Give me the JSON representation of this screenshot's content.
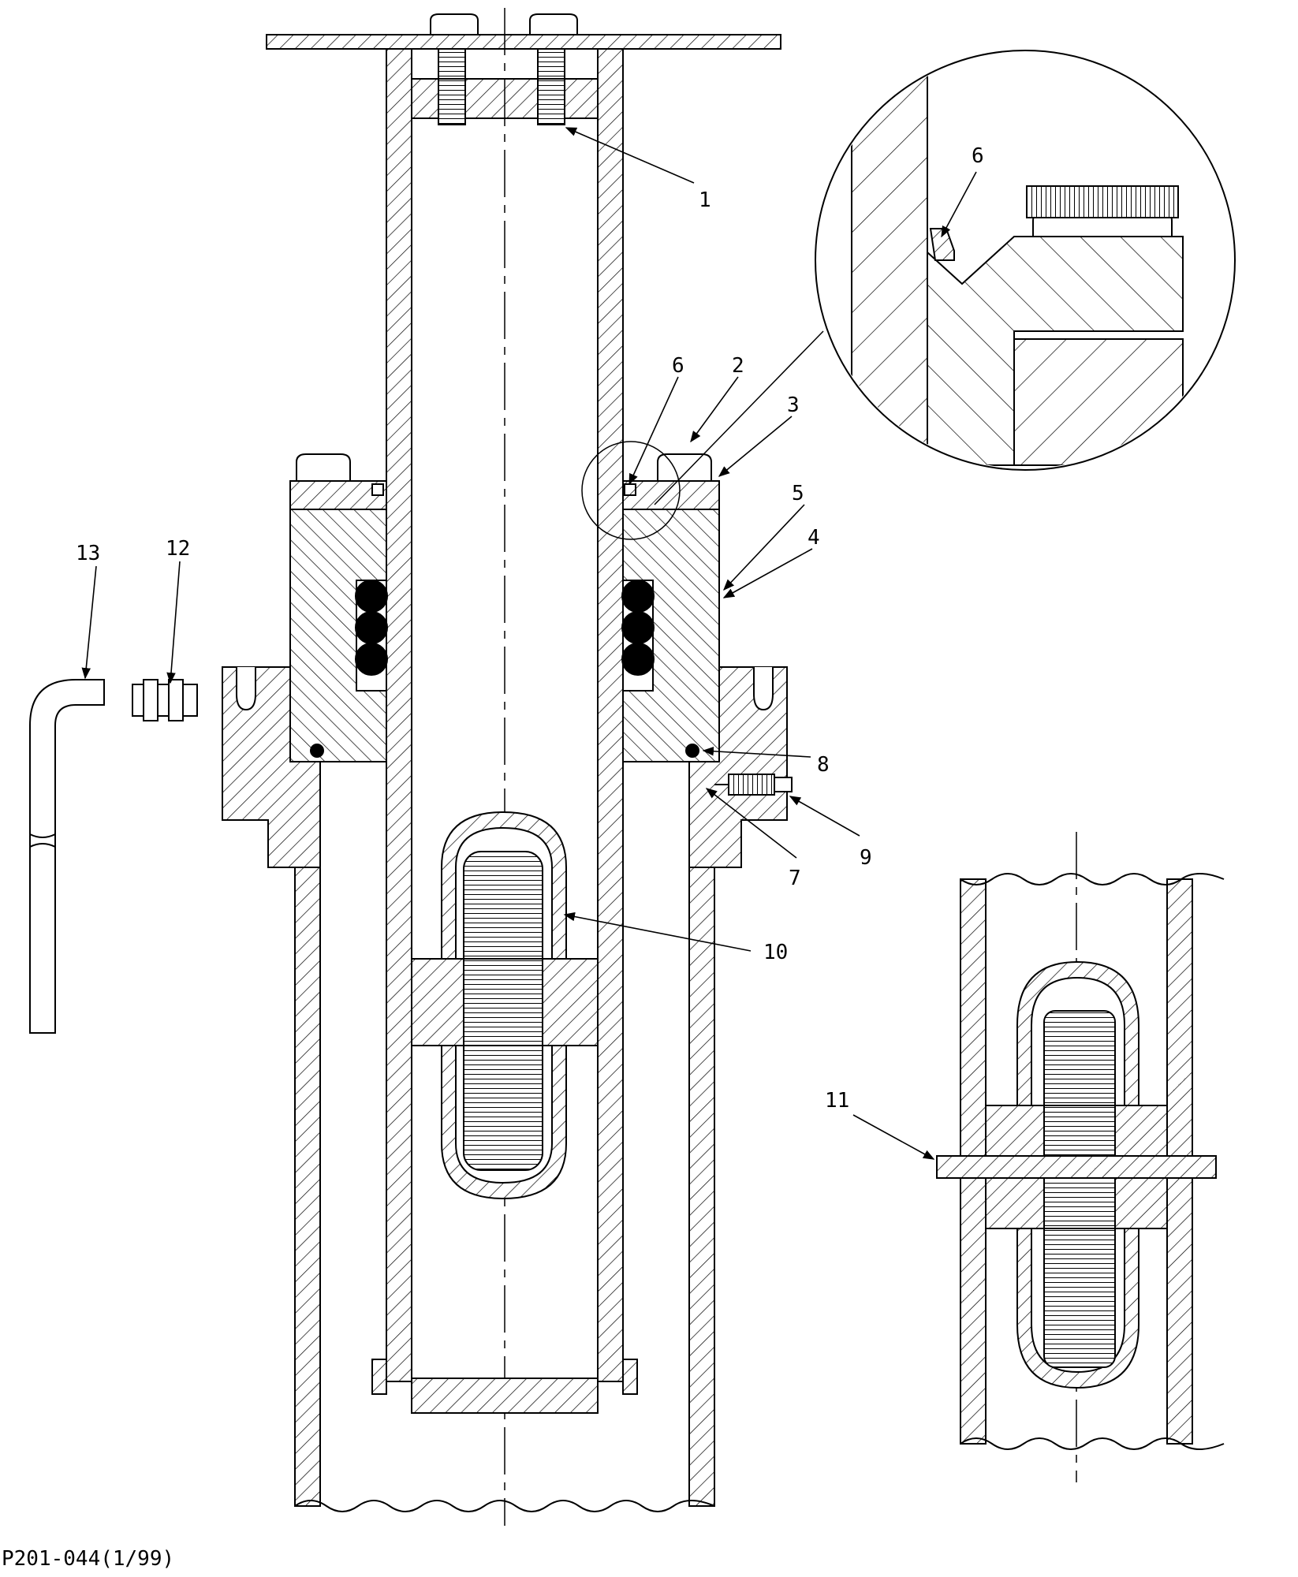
{
  "drawing": {
    "callouts": {
      "c1": "1",
      "c2": "2",
      "c3": "3",
      "c4": "4",
      "c5": "5",
      "c6_main": "6",
      "c6_detail": "6",
      "c7": "7",
      "c8": "8",
      "c9": "9",
      "c10": "10",
      "c11": "11",
      "c12": "12",
      "c13": "13"
    },
    "caption": "P201-044(1/99)"
  }
}
